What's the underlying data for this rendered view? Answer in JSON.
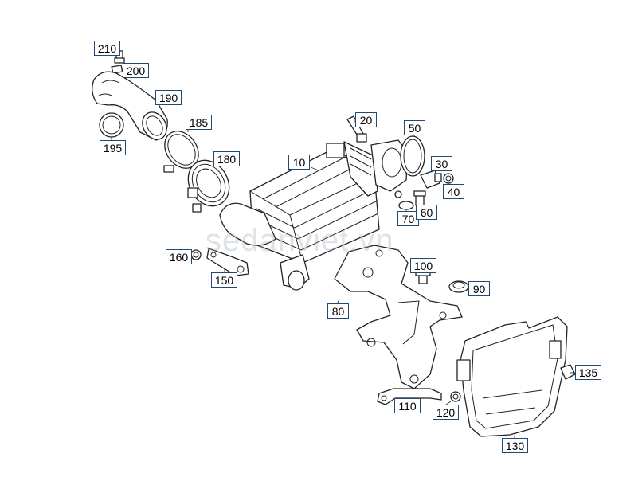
{
  "diagram": {
    "watermark": "sedanviet.vn",
    "callouts": [
      {
        "id": "210",
        "label": "210"
      },
      {
        "id": "200",
        "label": "200"
      },
      {
        "id": "190",
        "label": "190"
      },
      {
        "id": "195",
        "label": "195"
      },
      {
        "id": "185",
        "label": "185"
      },
      {
        "id": "180",
        "label": "180"
      },
      {
        "id": "10",
        "label": "10"
      },
      {
        "id": "20",
        "label": "20"
      },
      {
        "id": "50",
        "label": "50"
      },
      {
        "id": "30",
        "label": "30"
      },
      {
        "id": "40",
        "label": "40"
      },
      {
        "id": "70",
        "label": "70"
      },
      {
        "id": "60",
        "label": "60"
      },
      {
        "id": "160",
        "label": "160"
      },
      {
        "id": "150",
        "label": "150"
      },
      {
        "id": "100",
        "label": "100"
      },
      {
        "id": "90",
        "label": "90"
      },
      {
        "id": "80",
        "label": "80"
      },
      {
        "id": "135",
        "label": "135"
      },
      {
        "id": "110",
        "label": "110"
      },
      {
        "id": "120",
        "label": "120"
      },
      {
        "id": "130",
        "label": "130"
      }
    ]
  }
}
